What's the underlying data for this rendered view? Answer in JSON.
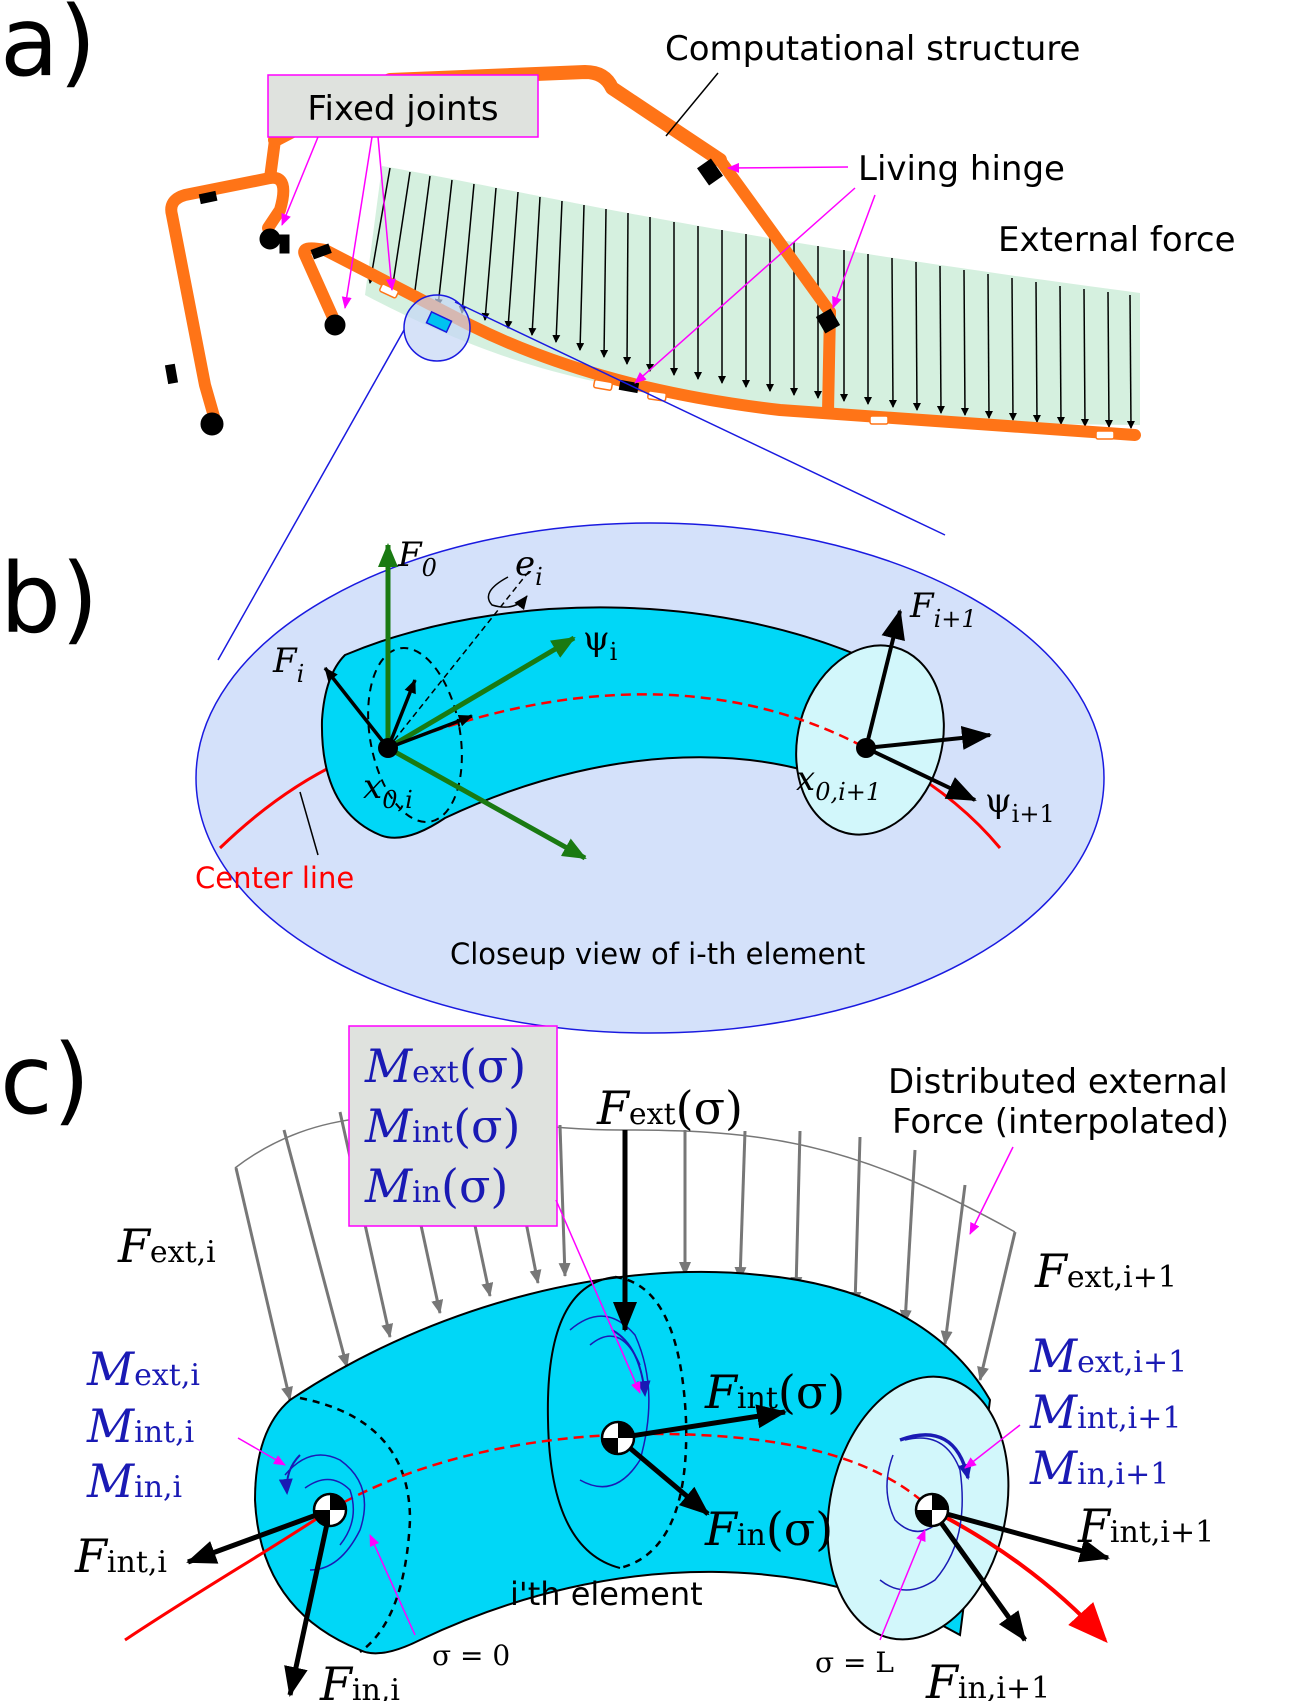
{
  "panel_a": {
    "label": "a)",
    "fixed_joints": "Fixed joints",
    "computational_structure": "Computational structure",
    "living_hinge": "Living hinge",
    "external_force": "External force"
  },
  "panel_b": {
    "label": "b)",
    "F0_main": "F",
    "F0_sub": "0",
    "Fi_main": "F",
    "Fi_sub": "i",
    "ei_main": "e",
    "ei_sub": "i",
    "psi_i_main": "ψ",
    "psi_i_sub": "i",
    "Fi1_main": "F",
    "Fi1_sub": "i+1",
    "x0i_main": "x",
    "x0i_sub": "0,i",
    "x0i1_main": "x",
    "x0i1_sub": "0,i+1",
    "psi_i1_main": "ψ",
    "psi_i1_sub": "i+1",
    "center_line": "Center line",
    "closeup": "Closeup view of i-th element"
  },
  "panel_c": {
    "label": "c)",
    "box_line1_main": "M",
    "box_line1_sub": "ext",
    "box_line1_arg": "(σ)",
    "box_line2_main": "M",
    "box_line2_sub": "int",
    "box_line2_arg": "(σ)",
    "box_line3_main": "M",
    "box_line3_sub": "in",
    "box_line3_arg": "(σ)",
    "fext_main": "F",
    "fext_sub": "ext",
    "fext_arg": "(σ)",
    "distributed_line1": "Distributed external",
    "distributed_line2": "Force (interpolated)",
    "fexti_main": "F",
    "fexti_sub": "ext,i",
    "fexti1_main": "F",
    "fexti1_sub": "ext,i+1",
    "mexti_main": "M",
    "mexti_sub": "ext,i",
    "minti_main": "M",
    "minti_sub": "int,i",
    "mini_main": "M",
    "mini_sub": "in,i",
    "mexti1_main": "M",
    "mexti1_sub": "ext,i+1",
    "minti1_main": "M",
    "minti1_sub": "int,i+1",
    "mini1_main": "M",
    "mini1_sub": "in,i+1",
    "fint_main": "F",
    "fint_sub": "int",
    "fint_arg": "(σ)",
    "fin_main": "F",
    "fin_sub": "in",
    "fin_arg": "(σ)",
    "finti_main": "F",
    "finti_sub": "int,i",
    "fini_main": "F",
    "fini_sub": "in,i",
    "finti1_main": "F",
    "finti1_sub": "int,i+1",
    "fini1_main": "F",
    "fini1_sub": "in,i+1",
    "element": "i'th element",
    "sigma0": "σ = 0",
    "sigmaL": "σ = L"
  },
  "colors": {
    "orange": "#ff7417",
    "cyan": "#00d7f7",
    "light_cyan": "#d2f7fb",
    "ellipse_fill": "#d4e1fa",
    "green_fill": "#d5f0df",
    "green_arrow": "#1a7a12",
    "magenta": "#ff00ff",
    "blue_text": "#1a1ab4",
    "red": "#ff0000"
  }
}
